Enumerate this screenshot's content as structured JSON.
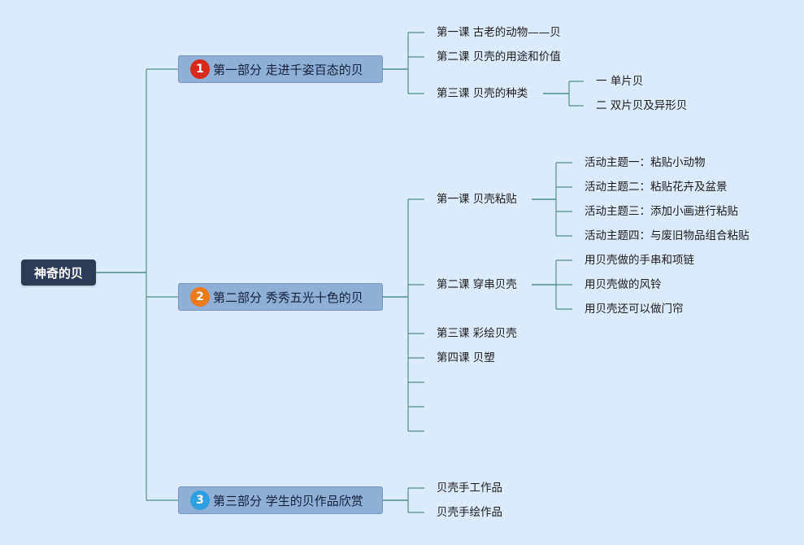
{
  "root": {
    "label": "神奇的贝"
  },
  "colors": {
    "line": "#4f8f89",
    "badge_1": "#d9281c",
    "badge_2": "#ec7a1a",
    "badge_3": "#2e9fe0"
  },
  "parts": [
    {
      "badge": "1",
      "label": "第一部分 走进千姿百态的贝",
      "lessons": [
        {
          "label": "第一课 古老的动物——贝"
        },
        {
          "label": "第二课 贝壳的用途和价值"
        },
        {
          "label": "第三课 贝壳的种类",
          "children": [
            "一 单片贝",
            "二 双片贝及异形贝"
          ]
        }
      ]
    },
    {
      "badge": "2",
      "label": "第二部分 秀秀五光十色的贝",
      "lessons": [
        {
          "label": "第一课 贝壳粘贴",
          "children": [
            "活动主题一：粘贴小动物",
            "活动主题二：粘贴花卉及盆景",
            "活动主题三：添加小画进行粘贴",
            "活动主题四：与废旧物品组合粘贴"
          ]
        },
        {
          "label": "第二课 穿串贝壳",
          "children": [
            "用贝壳做的手串和项链",
            "用贝壳做的风铃",
            "用贝壳还可以做门帘"
          ]
        },
        {
          "label": "第三课 彩绘贝壳"
        },
        {
          "label": "第四课 贝塑"
        },
        {
          "label": ""
        },
        {
          "label": ""
        },
        {
          "label": ""
        }
      ]
    },
    {
      "badge": "3",
      "label": "第三部分 学生的贝作品欣赏",
      "lessons": [
        {
          "label": "贝壳手工作品"
        },
        {
          "label": "贝壳手绘作品"
        }
      ]
    }
  ]
}
